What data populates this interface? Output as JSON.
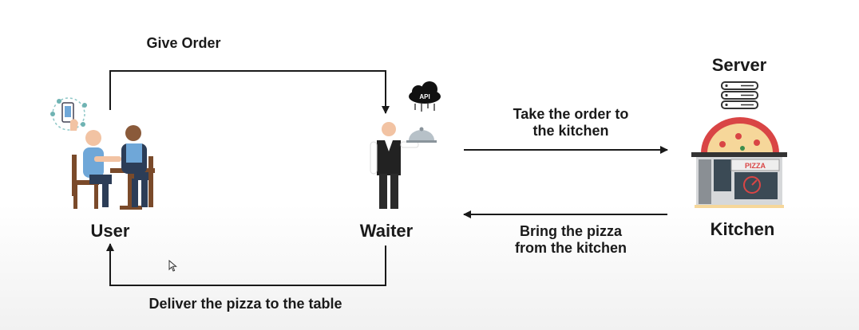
{
  "nodes": {
    "user": "User",
    "waiter": "Waiter",
    "kitchen": "Kitchen",
    "server": "Server"
  },
  "edges": {
    "give_order": "Give Order",
    "take_order_line1": "Take the order to",
    "take_order_line2": "the kitchen",
    "bring_pizza_line1": "Bring the pizza",
    "bring_pizza_line2": "from the kitchen",
    "deliver": "Deliver the pizza to the table"
  },
  "icons": {
    "api_cloud_text": "API",
    "pizza_sign": "PIZZA"
  },
  "colors": {
    "line": "#1a1a1a",
    "skin": "#f2c3a3",
    "shirt_blue": "#6fa7d8",
    "pants_navy": "#2c3d57",
    "chair_brown": "#7a4a2a",
    "pizza_red": "#d94545",
    "kitchen_gray": "#8a8f94"
  }
}
